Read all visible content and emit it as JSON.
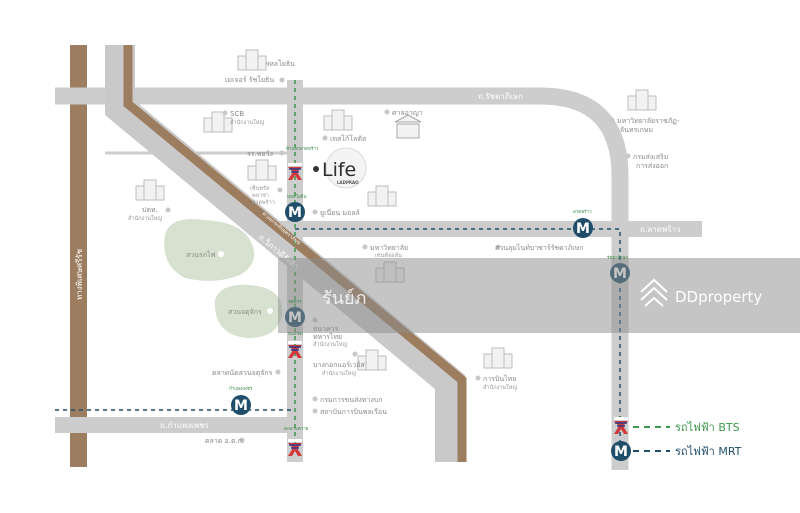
{
  "brand": {
    "logo_main": "Life",
    "logo_sub": "LADPRAO",
    "watermark": "DDproperty",
    "overlay_text": "รันย์ภ"
  },
  "roads": {
    "phahonyothin": "ถ.พหลโยธิน",
    "ratchadaphisek": "ถ.รัชดาภิเษก",
    "ladprao": "ถ.ลาดพร้าว",
    "vibhavadi": "ถ.วิภาวดีรังสิต",
    "tollway": "ทางยกระดับอุตราภิมุข",
    "kamphaengphet": "ถ.กำแพงเพชร",
    "sirat": "ทางพิเศษศรีรัช"
  },
  "places": {
    "major": "เมเจอร์ รัชโยธิน",
    "scb": "SCB",
    "scb_sub": "สำนักงานใหญ่",
    "court": "ศาลอาญา",
    "tesco": "เทสโก้โลตัส",
    "horwang": "รร.หอวัง",
    "central": "เซ็นทรัล",
    "central_sub1": "พลาซา",
    "central_sub2": "ลาดพร้าว",
    "union": "ยูเนี่ยน มอลล์",
    "ptt": "ปตท.",
    "ptt_sub": "สำนักงานใหญ่",
    "chandra": "มหาวิทยาลัยราชภัฏ-",
    "chandra_sub": "จันทรเกษม",
    "export": "กรมส่งเสริม",
    "export_sub": "การส่งออก",
    "stjohn": "มหาวิทยาลัย",
    "stjohn_sub": "เซนต์จอห์น",
    "suanlum": "สวนลุมไนท์บาซาร์รัชดาภิเษก",
    "park1": "สวนรถไฟ",
    "park2": "สวนจตุจักร",
    "tmb": "ธนาคาร",
    "tmb_sub1": "ทหารไทย",
    "tmb_sub2": "สำนักงานใหญ่",
    "bangkokair": "บางกอกแอร์เวย์ส",
    "bangkokair_sub": "สำนักงานใหญ่",
    "thaiair": "การบินไทย",
    "thaiair_sub": "สำนักงานใหญ่",
    "jj": "ตลาดนัดสวนจตุจักร",
    "dlt": "กรมการขนส่งทางบก",
    "cati": "สถาบันการบินพลเรือน",
    "ortorkor": "ตลาด อ.ต.ก."
  },
  "stations": {
    "bts_hayaek": "ห้าแยกลาดพร้าว",
    "mrt_phahon": "พหลโยธิน",
    "mrt_chatuchak": "จตุจักร",
    "bts_mochit": "หมอชิต",
    "mrt_kamphaeng": "กำแพงเพชร",
    "bts_saphankhwai": "สะพานควาย",
    "mrt_ladprao": "ลาดพร้าว",
    "mrt_ratchada": "รัชดาภิเษก"
  },
  "legend": {
    "bts": "รถไฟฟ้า BTS",
    "mrt": "รถไฟฟ้า MRT"
  },
  "colors": {
    "road": "#cdcdcd",
    "tollway": "#9d7d5f",
    "bts": "#3c9a4c",
    "mrt": "#1f4e6b",
    "park": "#d6e2cf"
  }
}
